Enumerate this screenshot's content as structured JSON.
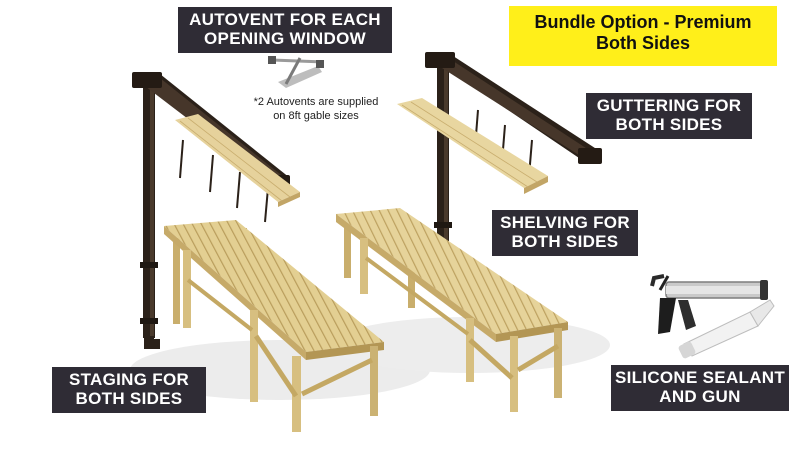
{
  "bundle": {
    "line1": "Bundle Option - Premium",
    "line2": "Both Sides",
    "color": "#ffef1a"
  },
  "callouts": {
    "autovent": {
      "line1": "AUTOVENT FOR EACH",
      "line2": "OPENING WINDOW"
    },
    "autovent_note": {
      "line1": "*2 Autovents are supplied",
      "line2": "on 8ft gable sizes"
    },
    "guttering": {
      "line1": "GUTTERING FOR",
      "line2": "BOTH SIDES"
    },
    "shelving": {
      "line1": "SHELVING FOR",
      "line2": "BOTH SIDES"
    },
    "staging": {
      "line1": "STAGING FOR",
      "line2": "BOTH SIDES"
    },
    "sealant": {
      "line1": "SILICONE SEALANT",
      "line2": "AND GUN"
    }
  },
  "colors": {
    "label_bg": "#2f2c35",
    "label_text": "#ffffff",
    "wood": "#e3cf92",
    "wood_dark": "#bfa563",
    "gutter": "#2b2119"
  },
  "icons": [
    "autovent-icon",
    "gutter-left",
    "gutter-right",
    "shelf-left",
    "shelf-right",
    "staging-left",
    "staging-right",
    "caulk-gun-icon",
    "sealant-tube-icon"
  ]
}
